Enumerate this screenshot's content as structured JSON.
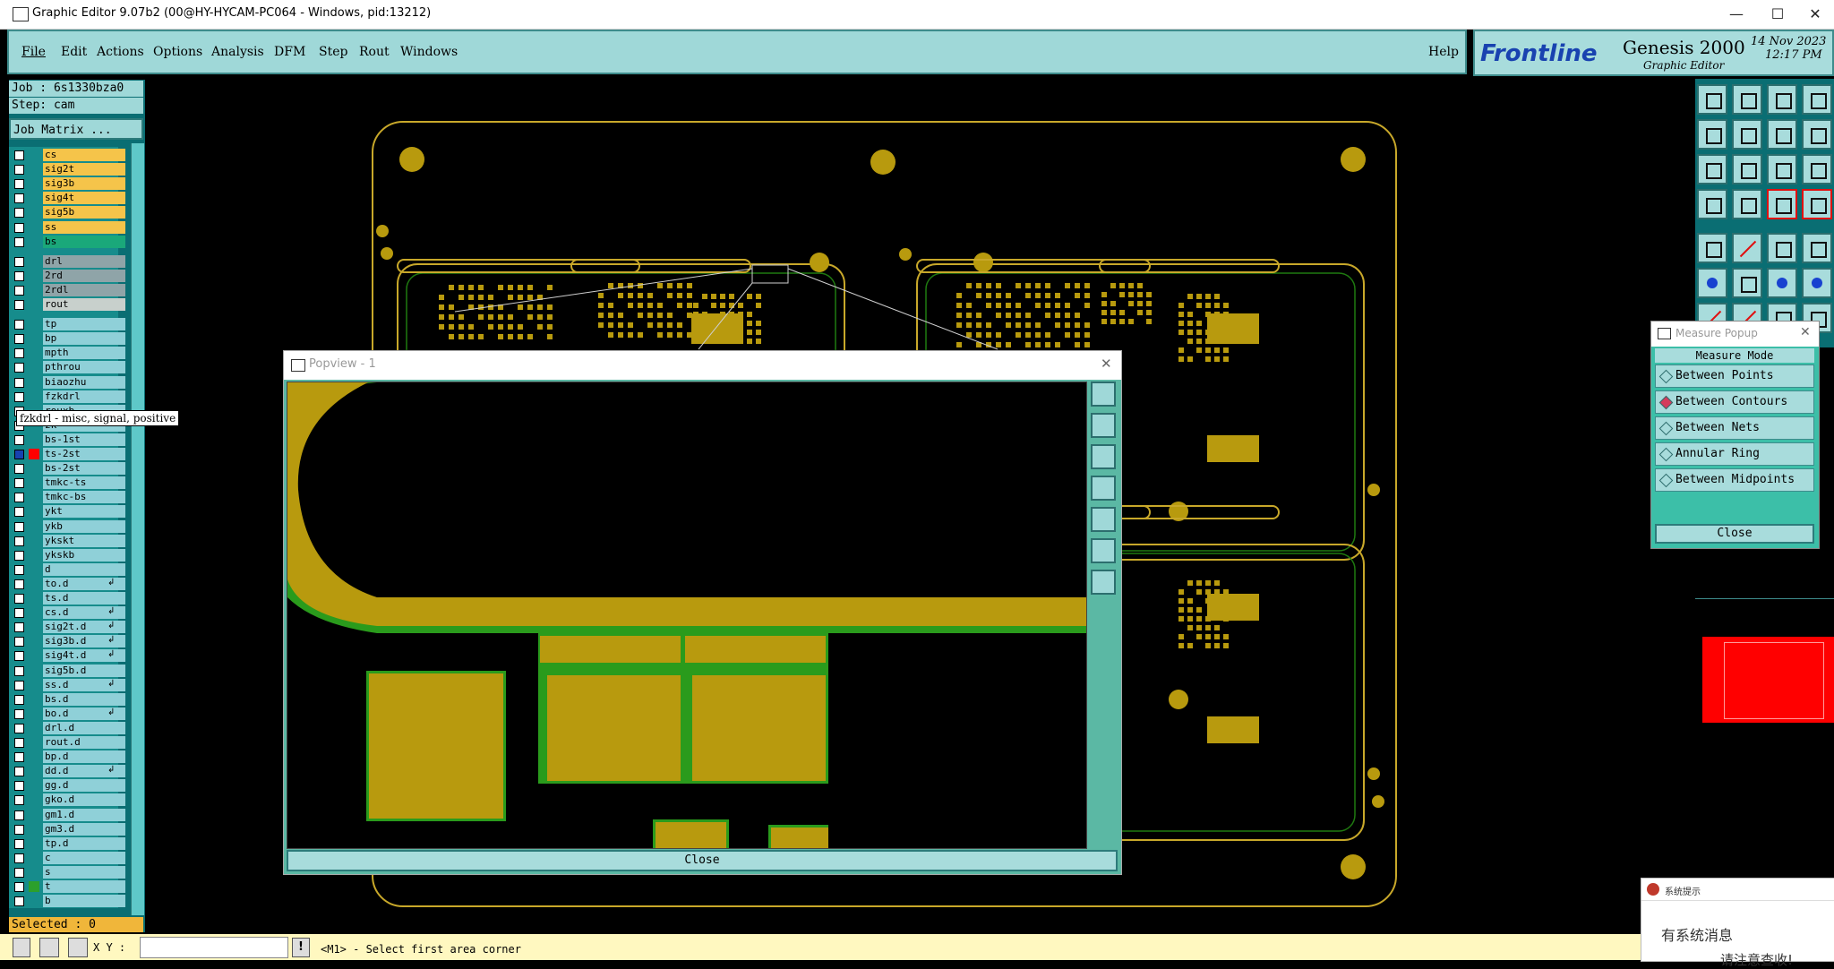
{
  "window": {
    "title": "Graphic Editor 9.07b2 (00@HY-HYCAM-PC064 - Windows, pid:13212)",
    "min": "—",
    "max": "☐",
    "close": "✕"
  },
  "menubar": {
    "items": [
      "File",
      "Edit",
      "Actions",
      "Options",
      "Analysis",
      "DFM",
      "Step",
      "Rout",
      "Windows"
    ],
    "help": "Help"
  },
  "logo": {
    "brand": "Frontline",
    "product": "Genesis 2000",
    "subtitle": "Graphic Editor",
    "date": "14 Nov 2023",
    "time": "12:17 PM"
  },
  "job": {
    "job_label": "Job : 6s1330bza0",
    "step_label": "Step: cam",
    "matrix_button": "Job Matrix ..."
  },
  "tooltip": "fzkdrl - misc, signal, positive",
  "layers": [
    {
      "name": "cs",
      "color": "#f5c44a"
    },
    {
      "name": "sig2t",
      "color": "#f5c44a"
    },
    {
      "name": "sig3b",
      "color": "#f5c44a"
    },
    {
      "name": "sig4t",
      "color": "#f5c44a"
    },
    {
      "name": "sig5b",
      "color": "#f5c44a"
    },
    {
      "name": "ss",
      "color": "#f5c44a"
    },
    {
      "name": "bs",
      "color": "#1aa87a"
    },
    {
      "name": "drl",
      "color": "#8fa4a8",
      "gap": true
    },
    {
      "name": "2rd",
      "color": "#8fa4a8"
    },
    {
      "name": "2rdl",
      "color": "#8fa4a8"
    },
    {
      "name": "rout",
      "color": "#c8d0cc"
    },
    {
      "name": "tp",
      "color": "#8fd0d8",
      "gap": true
    },
    {
      "name": "bp",
      "color": "#8fd0d8"
    },
    {
      "name": "mpth",
      "color": "#8fd0d8"
    },
    {
      "name": "pthrou",
      "color": "#8fd0d8"
    },
    {
      "name": "biaozhu",
      "color": "#8fd0d8"
    },
    {
      "name": "fzkdrl",
      "color": "#8fd0d8"
    },
    {
      "name": "rouxb",
      "color": "#8fd0d8"
    },
    {
      "name": "zk",
      "color": "#8fd0d8"
    },
    {
      "name": "bs-1st",
      "color": "#8fd0d8"
    },
    {
      "name": "ts-2st",
      "color": "#8fd0d8",
      "active": true
    },
    {
      "name": "bs-2st",
      "color": "#8fd0d8"
    },
    {
      "name": "tmkc-ts",
      "color": "#8fd0d8"
    },
    {
      "name": "tmkc-bs",
      "color": "#8fd0d8"
    },
    {
      "name": "ykt",
      "color": "#8fd0d8"
    },
    {
      "name": "ykb",
      "color": "#8fd0d8"
    },
    {
      "name": "ykskt",
      "color": "#8fd0d8"
    },
    {
      "name": "ykskb",
      "color": "#8fd0d8"
    },
    {
      "name": "d",
      "color": "#8fd0d8"
    },
    {
      "name": "to.d",
      "color": "#8fd0d8",
      "mark": true
    },
    {
      "name": "ts.d",
      "color": "#8fd0d8"
    },
    {
      "name": "cs.d",
      "color": "#8fd0d8",
      "mark": true
    },
    {
      "name": "sig2t.d",
      "color": "#8fd0d8",
      "mark": true
    },
    {
      "name": "sig3b.d",
      "color": "#8fd0d8",
      "mark": true
    },
    {
      "name": "sig4t.d",
      "color": "#8fd0d8",
      "mark": true
    },
    {
      "name": "sig5b.d",
      "color": "#8fd0d8"
    },
    {
      "name": "ss.d",
      "color": "#8fd0d8",
      "mark": true
    },
    {
      "name": "bs.d",
      "color": "#8fd0d8"
    },
    {
      "name": "bo.d",
      "color": "#8fd0d8",
      "mark": true
    },
    {
      "name": "drl.d",
      "color": "#8fd0d8"
    },
    {
      "name": "rout.d",
      "color": "#8fd0d8"
    },
    {
      "name": "bp.d",
      "color": "#8fd0d8"
    },
    {
      "name": "dd.d",
      "color": "#8fd0d8",
      "mark": true
    },
    {
      "name": "gg.d",
      "color": "#8fd0d8"
    },
    {
      "name": "gko.d",
      "color": "#8fd0d8"
    },
    {
      "name": "gm1.d",
      "color": "#8fd0d8"
    },
    {
      "name": "gm3.d",
      "color": "#8fd0d8"
    },
    {
      "name": "tp.d",
      "color": "#8fd0d8"
    },
    {
      "name": "c",
      "color": "#8fd0d8"
    },
    {
      "name": "s",
      "color": "#8fd0d8"
    },
    {
      "name": "t",
      "color": "#8fd0d8",
      "swatch": "#2ca02c"
    },
    {
      "name": "b",
      "color": "#8fd0d8"
    }
  ],
  "selected": "Selected : 0",
  "popview": {
    "title": "Popview - 1",
    "close_label": "Close"
  },
  "measure": {
    "title": "Measure Popup",
    "mode_label": "Measure Mode",
    "options": [
      "Between Points",
      "Between Contours",
      "Between Nets",
      "Annular Ring",
      "Between Midpoints"
    ],
    "selected": "Between Contours",
    "close_label": "Close"
  },
  "status": {
    "xy_label": "X Y :",
    "message": "<M1> - Select first area corner"
  },
  "notification": {
    "title": "系统提示",
    "line1": "有系统消息",
    "line2": "请注意查收!"
  },
  "colors": {
    "copper": "#b89a0e",
    "outline": "#c8a82a",
    "green": "#2a9b1c",
    "panel": "#9fd8d8"
  }
}
